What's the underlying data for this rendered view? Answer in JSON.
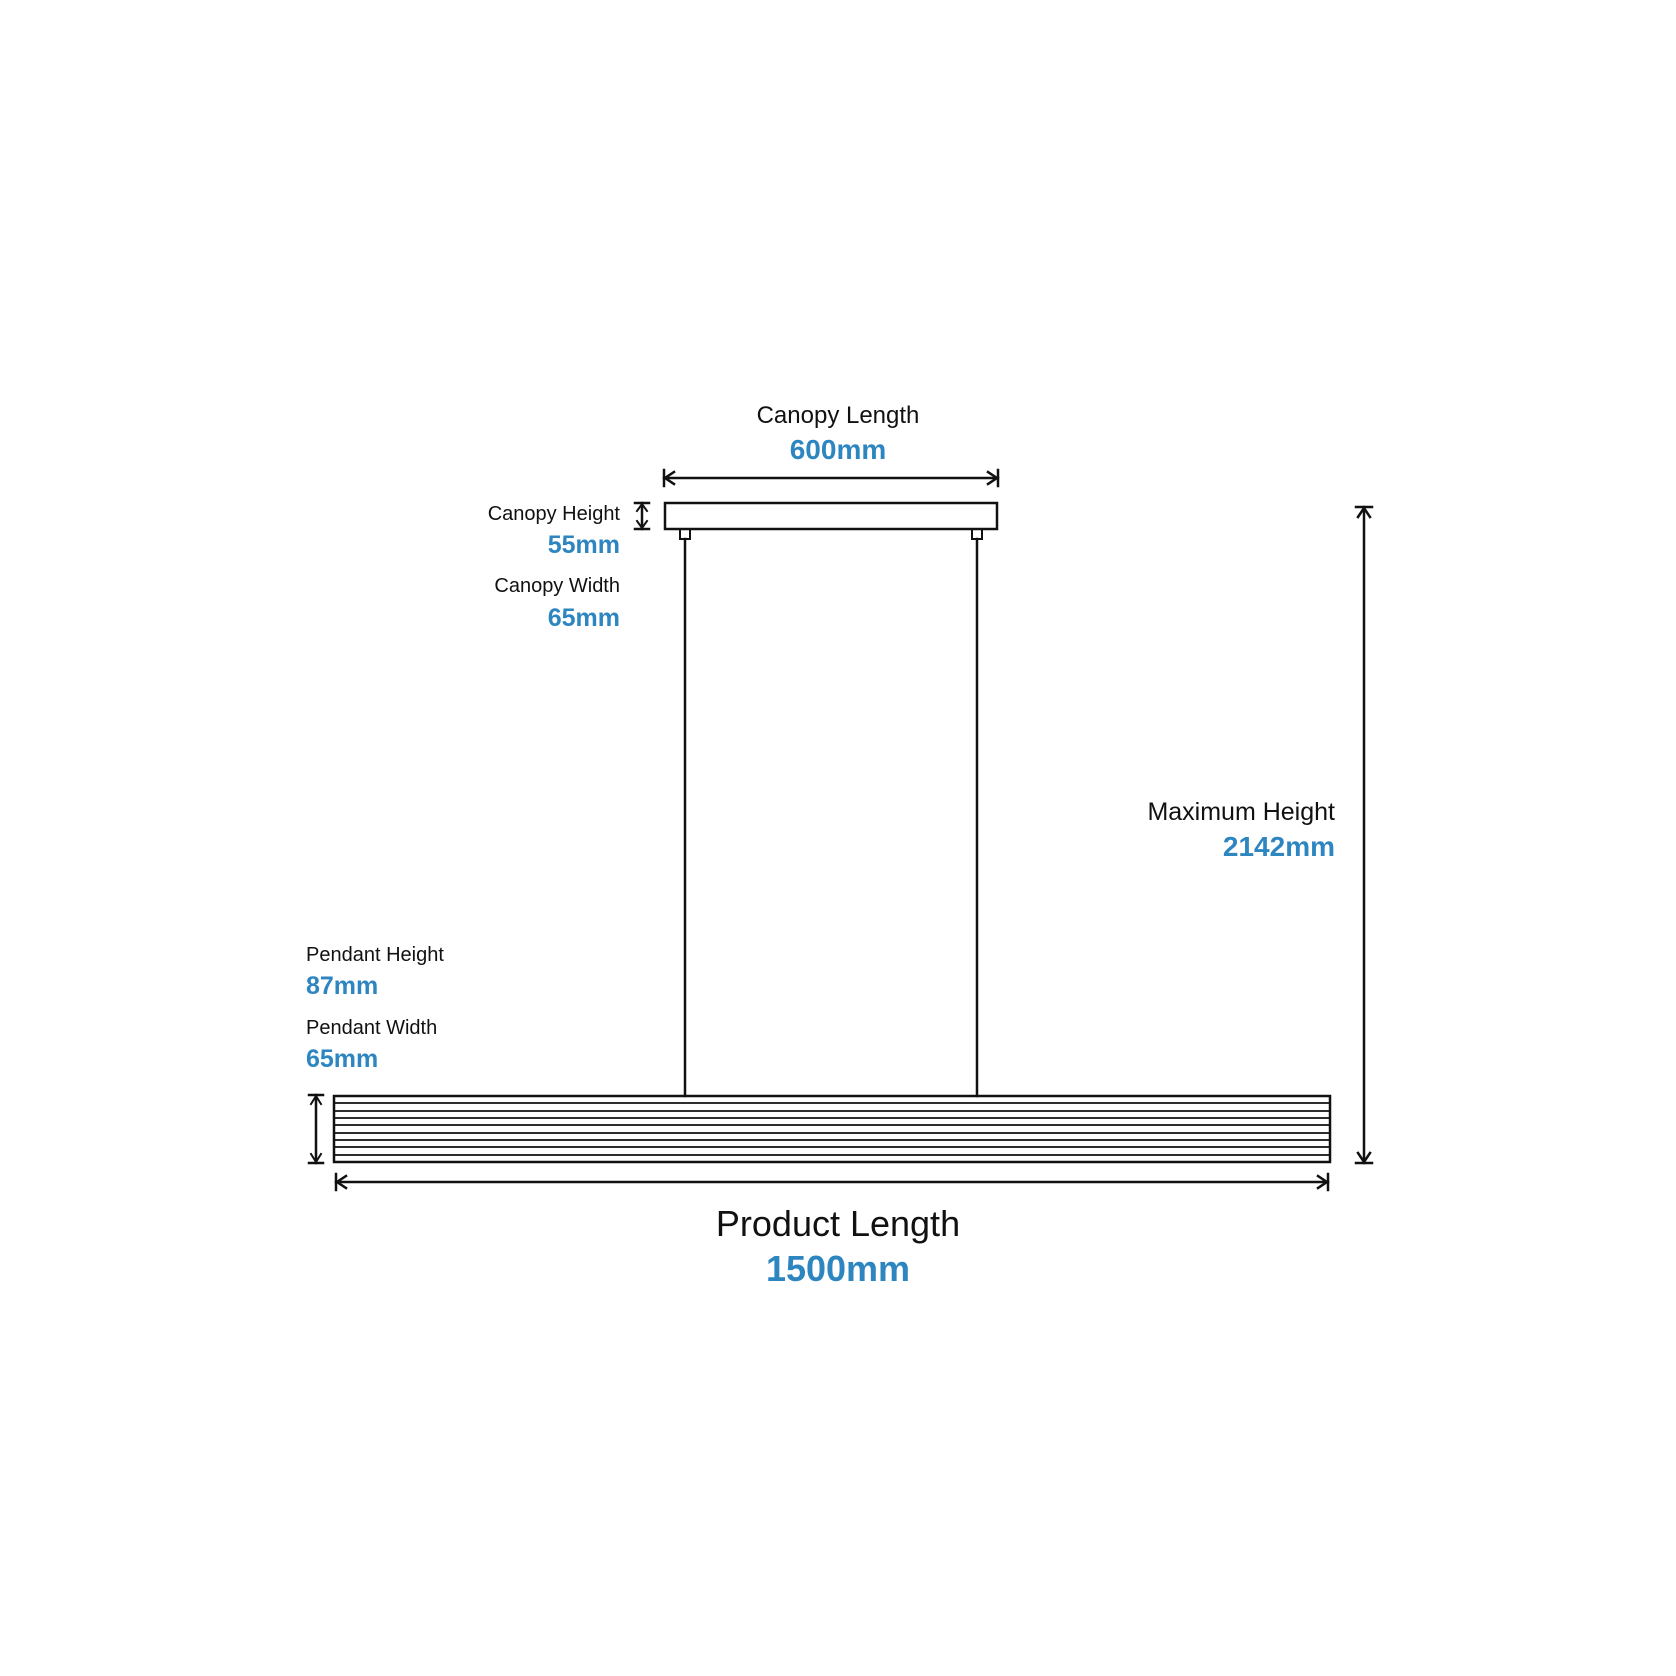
{
  "colors": {
    "line": "#111111",
    "value": "#2e86c1",
    "background": "#ffffff"
  },
  "canopy_length": {
    "label": "Canopy Length",
    "value": "600mm"
  },
  "canopy_height": {
    "label": "Canopy Height",
    "value": "55mm"
  },
  "canopy_width": {
    "label": "Canopy Width",
    "value": "65mm"
  },
  "maximum_height": {
    "label": "Maximum Height",
    "value": "2142mm"
  },
  "pendant_height": {
    "label": "Pendant Height",
    "value": "87mm"
  },
  "pendant_width": {
    "label": "Pendant Width",
    "value": "65mm"
  },
  "product_length": {
    "label": "Product Length",
    "value": "1500mm"
  }
}
